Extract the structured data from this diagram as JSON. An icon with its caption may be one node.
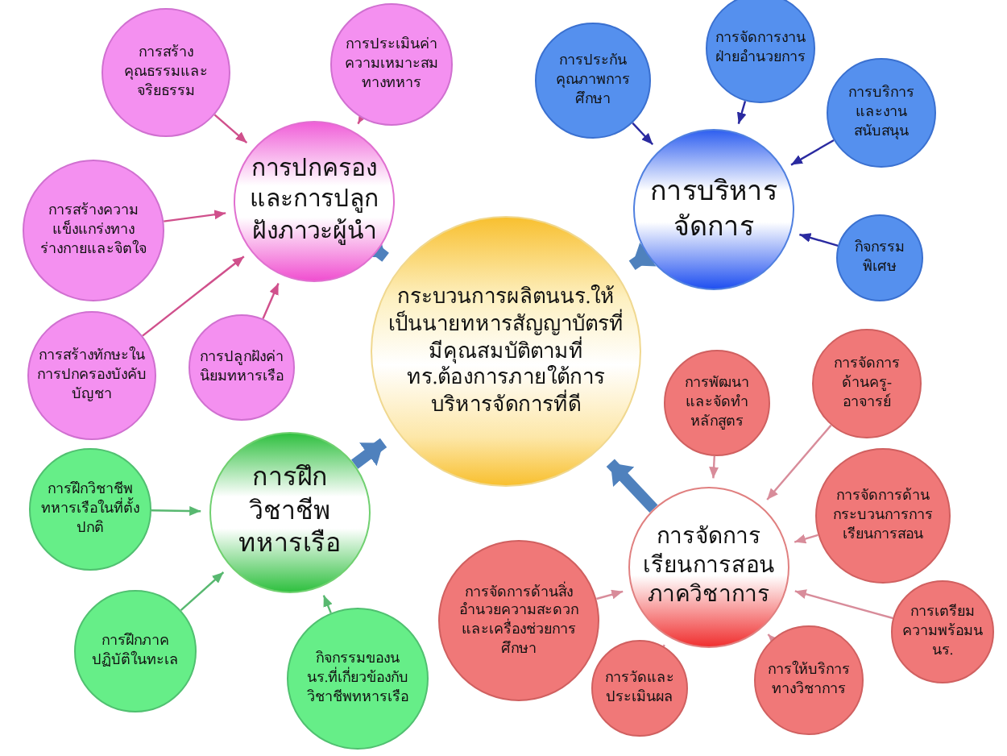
{
  "diagram": {
    "nodes": [
      {
        "text": [
          "กระบวนการผลิตนนร.ให้เป็นนายทหารสัญญาบัตรที่มีคุณสมบัติตามที่ ทร.ต้องการภายใต้การบริหารจัดการที่ดี"
        ]
      },
      {
        "text": [
          "การปกครองและการปลูกฝังภาวะผู้นำ"
        ]
      },
      {
        "text": [
          "การสร้างคุณธรรมและจริยธรรม"
        ]
      },
      {
        "text": [
          "การประเมินค่าความเหมาะสมทางทหาร"
        ]
      },
      {
        "text": [
          "การสร้างความแข็งแกร่งทางร่างกายและจิตใจ"
        ]
      },
      {
        "text": [
          "การสร้างทักษะในการปกครองบังคับบัญชา"
        ]
      },
      {
        "text": [
          "การปลูกฝังค่านิยมทหารเรือ"
        ]
      },
      {
        "text": [
          "การบริหารจัดการ"
        ]
      },
      {
        "text": [
          "การประกันคุณภาพการศึกษา"
        ]
      },
      {
        "text": [
          "การจัดการงานฝ่ายอำนวยการ"
        ]
      },
      {
        "text": [
          "การบริการและงานสนับสนุน"
        ]
      },
      {
        "text": [
          "กิจกรรมพิเศษ"
        ]
      },
      {
        "text": [
          "การฝึกวิชาชีพทหารเรือ"
        ]
      },
      {
        "text": [
          "การฝึกวิชาชีพทหารเรือในที่ตั้งปกติ"
        ]
      },
      {
        "text": [
          "การฝึกภาคปฏิบัติในทะเล"
        ]
      },
      {
        "text": [
          "กิจกรรมของนนร.ที่เกี่ยวข้องกับวิชาชีพทหารเรือ"
        ]
      },
      {
        "text": [
          "การจัดการเรียนการสอนภาควิชาการ"
        ]
      },
      {
        "text": [
          "การพัฒนาและจัดทำหลักสูตร"
        ]
      },
      {
        "text": [
          "การจัดการด้านครู-อาจารย์"
        ]
      },
      {
        "text": [
          "การจัดการด้านกระบวนการการเรียนการสอน"
        ]
      },
      {
        "text": [
          "การจัดการด้านสิ่งอำนวยความสะดวกและเครื่องช่วยการศึกษา"
        ]
      },
      {
        "text": [
          "การวัดและประเมินผล"
        ]
      },
      {
        "text": [
          "การให้บริการทางวิชาการ"
        ]
      },
      {
        "text": [
          "การเตรียมความพร้อมนนร."
        ]
      }
    ],
    "edges": [
      {
        "from": 1,
        "to": 0,
        "arrow": "to",
        "style": "thick",
        "color": "#4f81bd"
      },
      {
        "from": 7,
        "to": 0,
        "arrow": "to",
        "style": "thick",
        "color": "#4f81bd"
      },
      {
        "from": 12,
        "to": 0,
        "arrow": "to",
        "style": "thick",
        "color": "#4f81bd"
      },
      {
        "from": 16,
        "to": 0,
        "arrow": "to",
        "style": "thick",
        "color": "#4f81bd"
      },
      {
        "from": 2,
        "to": 1,
        "arrow": "to",
        "color": "#d0508c"
      },
      {
        "from": 3,
        "to": 1,
        "arrow": "to",
        "color": "#d0508c"
      },
      {
        "from": 4,
        "to": 1,
        "arrow": "to",
        "color": "#d0508c"
      },
      {
        "from": 5,
        "to": 1,
        "arrow": "to",
        "color": "#d0508c"
      },
      {
        "from": 6,
        "to": 1,
        "arrow": "to",
        "color": "#d0508c"
      },
      {
        "from": 8,
        "to": 7,
        "arrow": "to",
        "color": "#2a2aa0"
      },
      {
        "from": 9,
        "to": 7,
        "arrow": "to",
        "color": "#2a2aa0"
      },
      {
        "from": 10,
        "to": 7,
        "arrow": "to",
        "color": "#2a2aa0"
      },
      {
        "from": 11,
        "to": 7,
        "arrow": "to",
        "color": "#2a2aa0"
      },
      {
        "from": 13,
        "to": 12,
        "arrow": "to",
        "color": "#58b870"
      },
      {
        "from": 14,
        "to": 12,
        "arrow": "to",
        "color": "#58b870"
      },
      {
        "from": 15,
        "to": 12,
        "arrow": "to",
        "color": "#58b870"
      },
      {
        "from": 17,
        "to": 16,
        "arrow": "to"
      },
      {
        "from": 18,
        "to": 16,
        "arrow": "to"
      },
      {
        "from": 19,
        "to": 16,
        "arrow": "to"
      },
      {
        "from": 20,
        "to": 16,
        "arrow": "to"
      },
      {
        "from": 21,
        "to": 16,
        "arrow": "to"
      },
      {
        "from": 22,
        "to": 16,
        "arrow": "to"
      },
      {
        "from": 23,
        "to": 16,
        "arrow": "to"
      }
    ]
  }
}
